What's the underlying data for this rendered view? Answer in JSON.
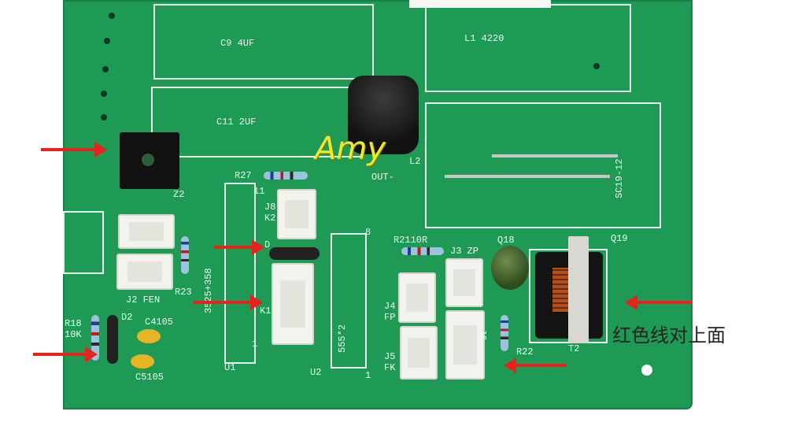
{
  "watermark": "Amy",
  "caption": "红色线对上面",
  "board_labels": {
    "c9": "C9 4UF",
    "c11": "C11 2UF",
    "l1": "L1 4220",
    "l2": "L2",
    "out": "OUT-",
    "sc": "SC19-12",
    "r27": "R27",
    "j8": "J8",
    "k2": "K2",
    "d": "D",
    "r21": "R2110R",
    "j3": "J3 ZP",
    "q18": "Q18",
    "q19": "Q19",
    "z2": "Z2",
    "eleven": "11",
    "eight": "8",
    "one_a": "1",
    "one_b": "1",
    "u1": "U1",
    "u2": "U2",
    "u1_part": "3525+358",
    "u2_part": "555*2",
    "j2": "J2 FEN",
    "r23": "R23",
    "r18": "R18",
    "r18_val": "10K",
    "d2": "D2",
    "c4": "C4105",
    "c5": "C5105",
    "k1": "K1",
    "j4": "J4",
    "fp": "FP",
    "j5": "J5",
    "fk": "FK",
    "j6": "J6",
    "r22": "R22",
    "t2": "T2"
  }
}
